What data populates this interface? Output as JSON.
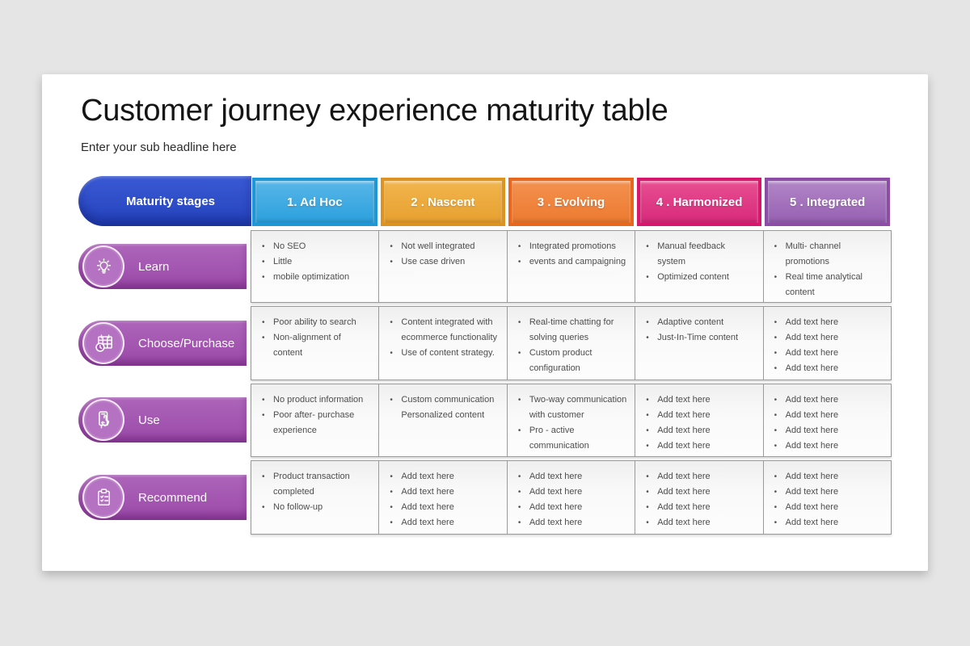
{
  "page": {
    "title": "Customer journey experience maturity table",
    "subtitle": "Enter your sub headline here"
  },
  "colors": {
    "canvas_background": "#e6e5e6",
    "slide_background": "#ffffff",
    "corner_pill_top": "#3a59d4",
    "corner_pill_bottom": "#2443bd",
    "row_pill_top": "#ad65ba",
    "row_pill_bottom": "#9b49a9",
    "row_pill_circle": "#b571c2",
    "cell_text": "#4d4d4d",
    "grid_border": "#9a9a9a"
  },
  "table": {
    "corner_label": "Maturity stages",
    "stages": [
      {
        "label": "1. Ad Hoc",
        "border": "#1e97d7",
        "fill_top": "#58b6e8",
        "fill_bottom": "#2ba0dd"
      },
      {
        "label": "2 . Nascent",
        "border": "#dc9320",
        "fill_top": "#f2b54e",
        "fill_bottom": "#e7a02f"
      },
      {
        "label": "3 . Evolving",
        "border": "#e8671d",
        "fill_top": "#f3914f",
        "fill_bottom": "#ed7a30"
      },
      {
        "label": "4 . Harmonized",
        "border": "#d7176e",
        "fill_top": "#e84f92",
        "fill_bottom": "#d8297b"
      },
      {
        "label": "5 . Integrated",
        "border": "#8d4da7",
        "fill_top": "#b286c7",
        "fill_bottom": "#9660b2"
      }
    ],
    "rows": [
      {
        "label": "Learn",
        "icon": "lightbulb-icon",
        "cells": [
          [
            "No SEO",
            "Little",
            "mobile optimization"
          ],
          [
            "Not well integrated",
            "Use case driven"
          ],
          [
            "Integrated promotions",
            "events and campaigning"
          ],
          [
            "Manual feedback\nsystem",
            "Optimized content"
          ],
          [
            "Multi- channel\npromotions",
            "Real time analytical\ncontent"
          ]
        ]
      },
      {
        "label": "Choose/Purchase",
        "icon": "calendar-clock-icon",
        "cells": [
          [
            "Poor ability to search",
            "Non-alignment of\ncontent"
          ],
          [
            "Content integrated with\necommerce functionality",
            "Use of content strategy."
          ],
          [
            "Real-time chatting for\nsolving queries",
            "Custom product\nconfiguration"
          ],
          [
            "Adaptive content",
            "Just-In-Time content"
          ],
          [
            "Add text here",
            "Add text here",
            "Add text here",
            "Add text here"
          ]
        ]
      },
      {
        "label": "Use",
        "icon": "phone-tap-icon",
        "cells": [
          [
            "No product information",
            "Poor after- purchase\nexperience"
          ],
          [
            "Custom communication\nPersonalized content"
          ],
          [
            "Two-way communication\nwith customer",
            "Pro - active\ncommunication"
          ],
          [
            "Add text here",
            "Add text here",
            "Add text here",
            "Add text here"
          ],
          [
            "Add text here",
            "Add text here",
            "Add text here",
            "Add text here"
          ]
        ]
      },
      {
        "label": "Recommend",
        "icon": "clipboard-check-icon",
        "cells": [
          [
            "Product transaction\ncompleted",
            "No follow-up"
          ],
          [
            "Add text here",
            "Add text here",
            "Add text here",
            "Add text here"
          ],
          [
            "Add text here",
            "Add text here",
            "Add text here",
            "Add text here"
          ],
          [
            "Add text here",
            "Add text here",
            "Add text here",
            "Add text here"
          ],
          [
            "Add text here",
            "Add text here",
            "Add text here",
            "Add text here"
          ]
        ]
      }
    ]
  }
}
